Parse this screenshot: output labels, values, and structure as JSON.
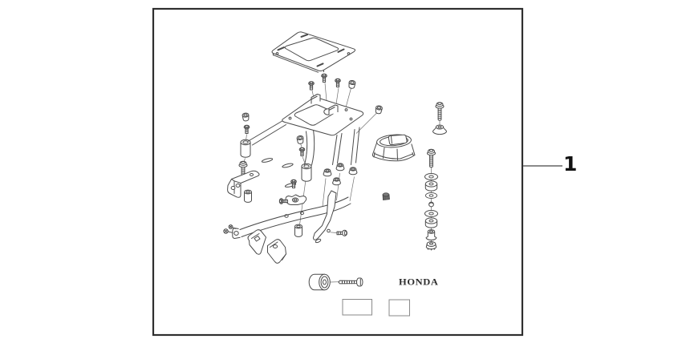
{
  "diagram": {
    "callout": {
      "label": "1"
    },
    "brand_logo": {
      "text": "HONDA"
    },
    "parts": [
      "top-box-base-plate",
      "mounting-bolts",
      "cap-nuts",
      "carrier-upper-bracket",
      "left-mount-bracket",
      "tube-spacers",
      "side-cover-boot",
      "lower-stay-bracket",
      "clamp-pieces",
      "washer-bolt-stack",
      "flange-bolt-with-grommet",
      "knurled-nut",
      "rubber-roller",
      "flat-head-screw",
      "label-box-large",
      "label-box-small"
    ]
  },
  "colors": {
    "paper": "#ffffff",
    "line": "#4a4a4a",
    "lineSoft": "#8a8a8a",
    "frame": "#2f2f2f",
    "text": "#111111"
  }
}
